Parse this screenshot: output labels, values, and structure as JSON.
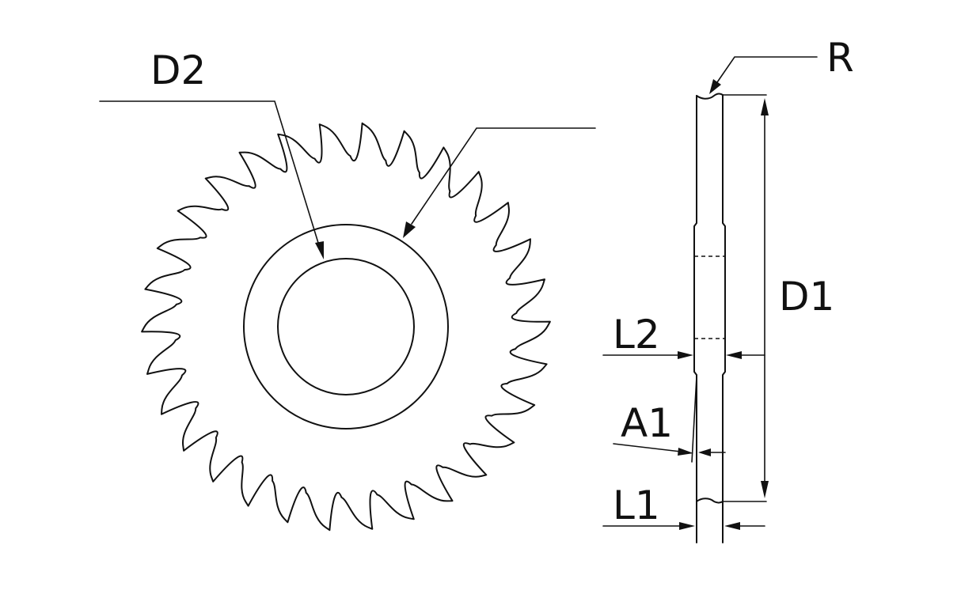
{
  "labels": {
    "d2": "D2",
    "r": "R",
    "d1": "D1",
    "l2": "L2",
    "a1": "A1",
    "l1": "L1"
  },
  "saw_blade": {
    "tooth_count": 30
  },
  "colors": {
    "line": "#111111",
    "background": "#ffffff"
  }
}
